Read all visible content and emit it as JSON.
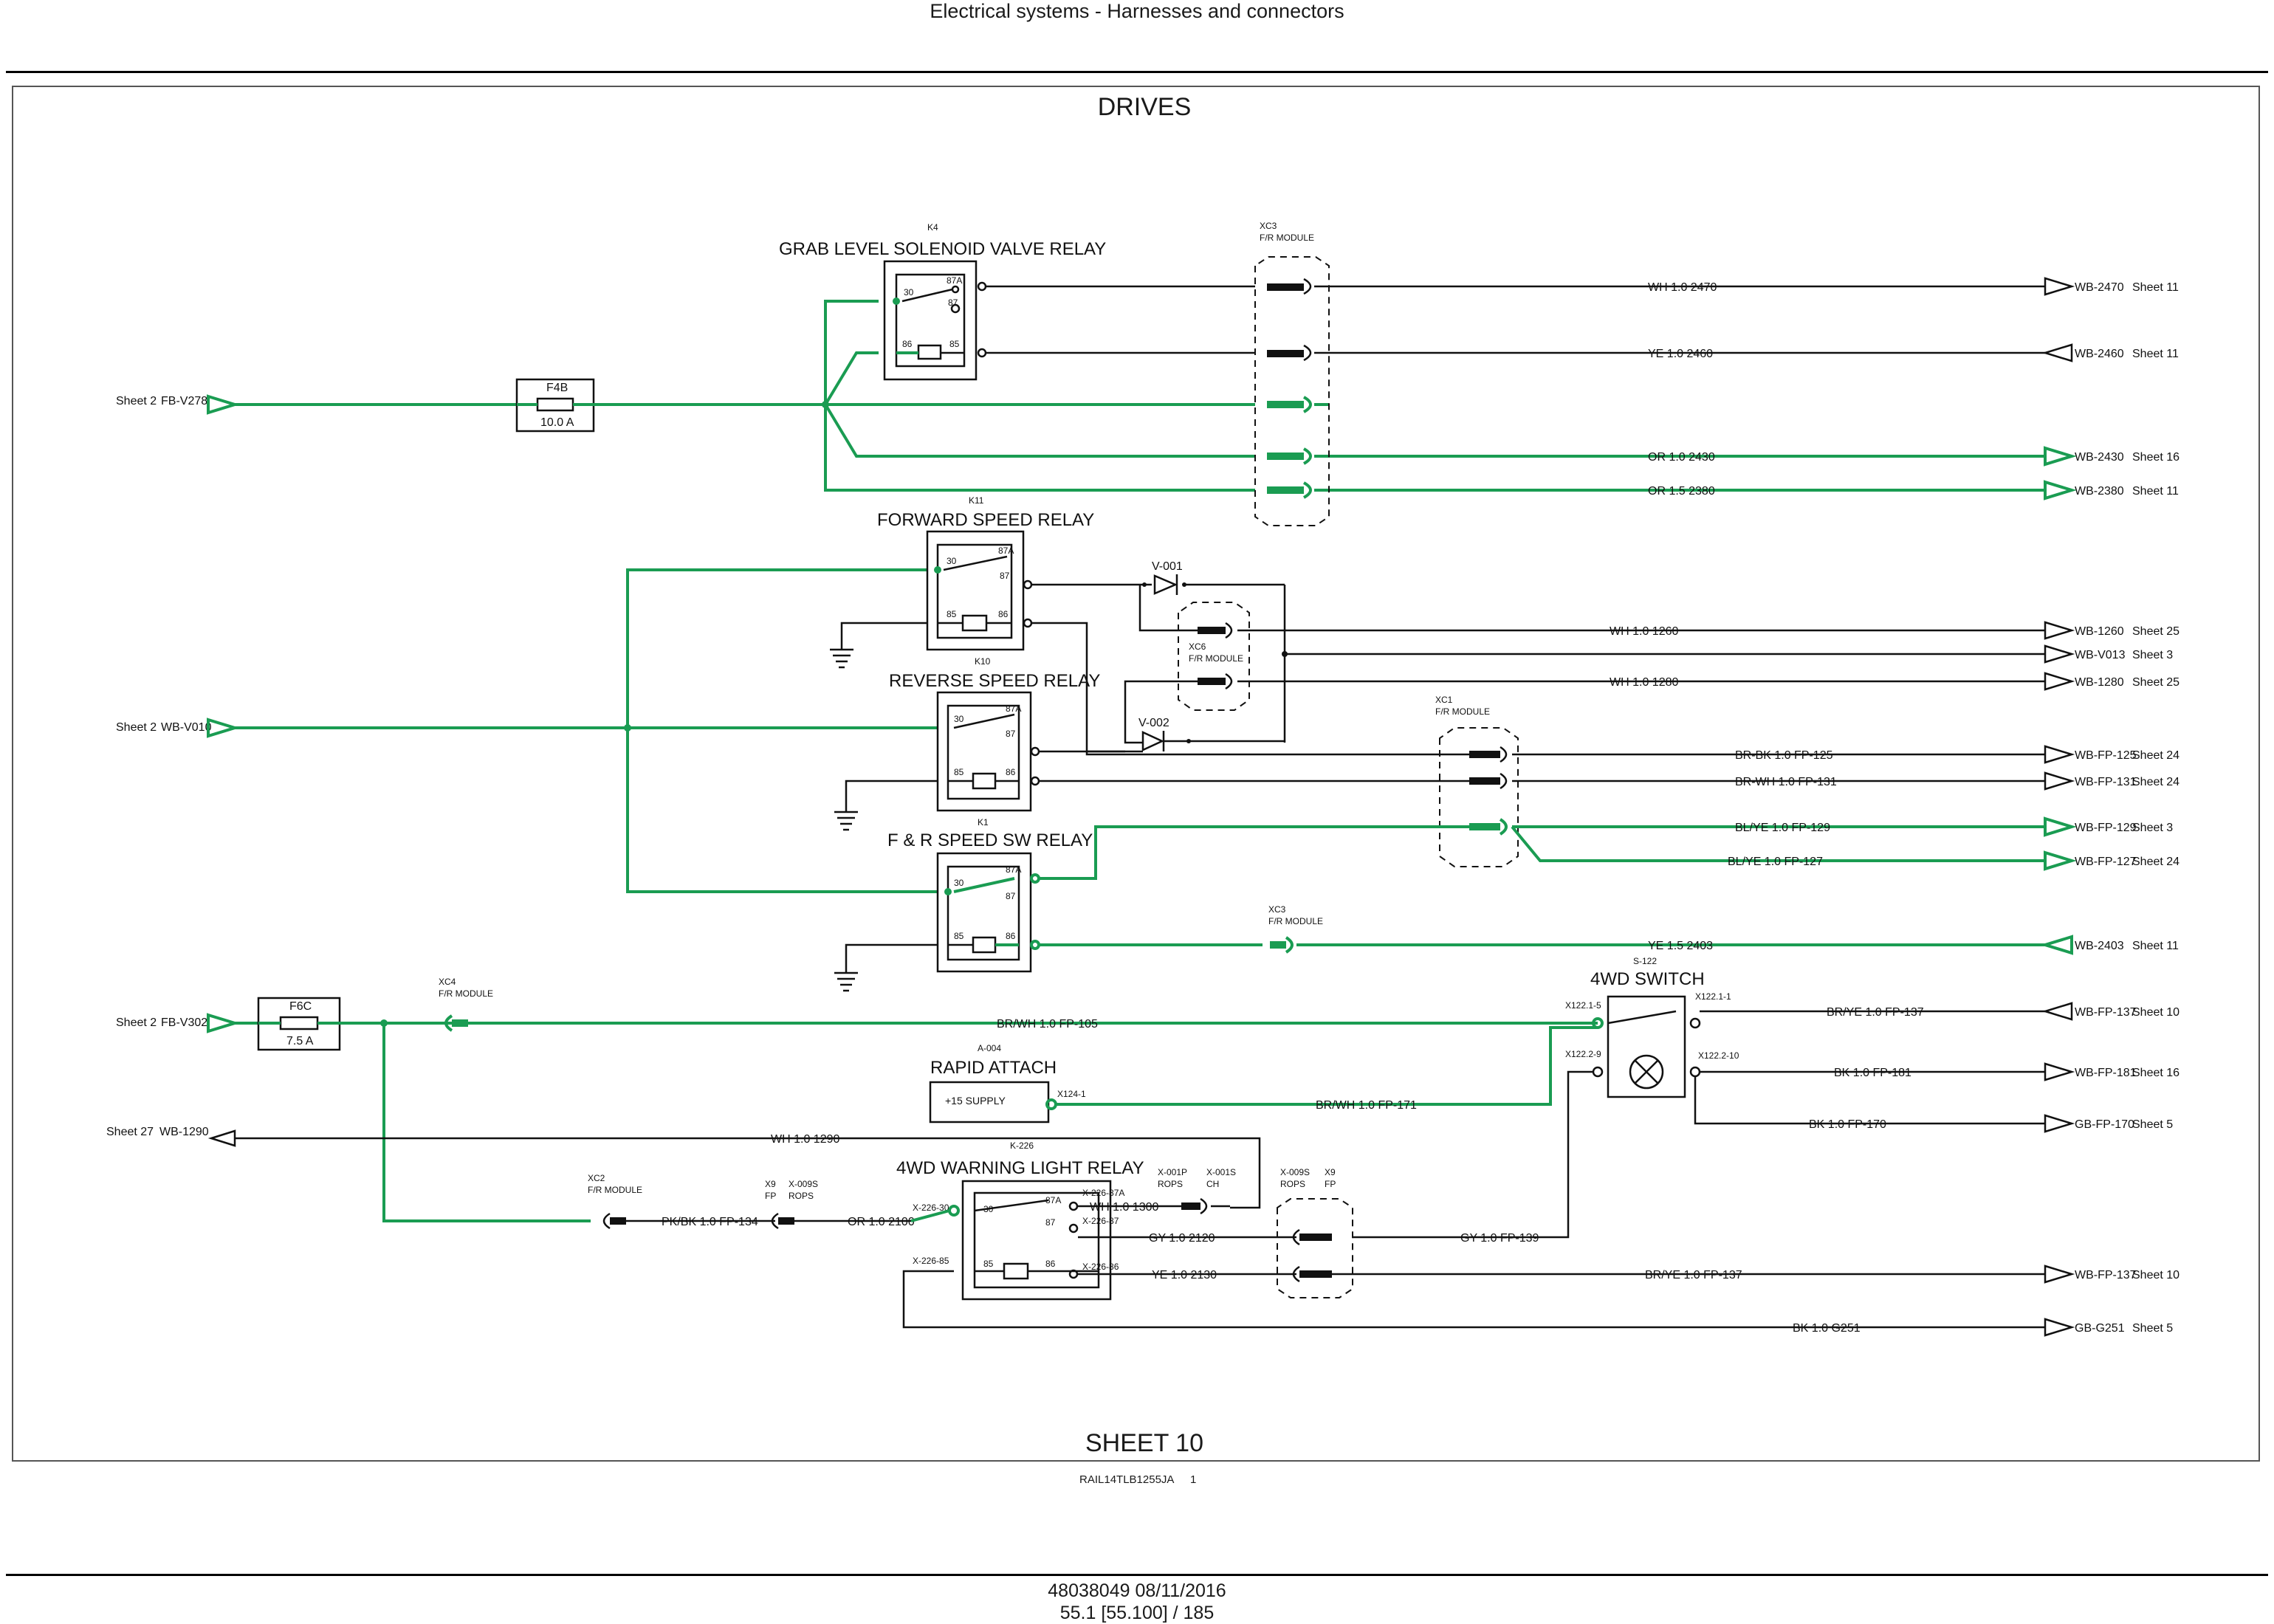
{
  "header": {
    "title": "Electrical systems - Harnesses and connectors"
  },
  "diagram": {
    "title": "DRIVES",
    "sheet_label": "SHEET 10",
    "drawing_ref": "RAIL14TLB1255JA",
    "drawing_ref_num": "1",
    "colors": {
      "power": "#1a9c52",
      "wire": "#111111"
    },
    "relays": {
      "k4": {
        "id": "K4",
        "name": "GRAB LEVEL SOLENOID VALVE RELAY"
      },
      "k11": {
        "id": "K11",
        "name": "FORWARD SPEED RELAY"
      },
      "k10": {
        "id": "K10",
        "name": "REVERSE SPEED RELAY"
      },
      "k1": {
        "id": "K1",
        "name": "F & R SPEED SW RELAY"
      },
      "k226": {
        "id": "K-226",
        "name": "4WD WARNING LIGHT RELAY"
      }
    },
    "pins": {
      "p30": "30",
      "p87": "87",
      "p87a": "87A",
      "p85": "85",
      "p86": "86"
    },
    "switch": {
      "id": "S-122",
      "name": "4WD SWITCH",
      "t1": "X122.1-5",
      "t2": "X122.1-1",
      "t3": "X122.2-9",
      "t4": "X122.2-10"
    },
    "rapid": {
      "id": "A-004",
      "name": "RAPID ATTACH",
      "supply": "+15 SUPPLY",
      "pin": "X124-1"
    },
    "fuses": {
      "f4b": {
        "id": "F4B",
        "rating": "10.0 A"
      },
      "f6c": {
        "id": "F6C",
        "rating": "7.5 A"
      }
    },
    "diodes": {
      "v001": "V-001",
      "v002": "V-002"
    },
    "modules": {
      "fr": "F/R MODULE",
      "xc3": "XC3",
      "xc6": "XC6",
      "xc1": "XC1",
      "xc4": "XC4",
      "xc2": "XC2",
      "x9": "X9",
      "fp": "FP",
      "x009s": "X-009S",
      "rops": "ROPS",
      "x001p": "X-001P",
      "x001s": "X-001S",
      "ch": "CH"
    },
    "inputs": {
      "fbv278": {
        "sheet": "Sheet 2",
        "code": "FB-V278"
      },
      "wbv010": {
        "sheet": "Sheet 2",
        "code": "WB-V010"
      },
      "fbv302": {
        "sheet": "Sheet 2",
        "code": "FB-V302"
      },
      "wb1290": {
        "sheet": "Sheet 27",
        "code": "WB-1290"
      }
    },
    "wires": {
      "w2470": "WH 1.0 2470",
      "w2460": "YE 1.0 2460",
      "w2430": "OR 1.0 2430",
      "w2380": "OR 1.5 2380",
      "w1260": "WH 1.0 1260",
      "w1280": "WH 1.0 1280",
      "wfp125": "BR-BK 1.0 FP-125",
      "wfp131": "BR-WH 1.0 FP-131",
      "wfp129": "BL/YE 1.0 FP-129",
      "wfp127": "BL/YE 1.0 FP-127",
      "w2403": "YE 1.5 2403",
      "wfp105": "BR/WH 1.0 FP-105",
      "wfp137": "BR/YE 1.0 FP-137",
      "wfp171": "BR/WH 1.0 FP-171",
      "wfp181": "BK 1.0 FP-181",
      "wfp170": "BK 1.0 FP-170",
      "w1290": "WH 1.0 1290",
      "wfp134": "PK/BK 1.0 FP-134",
      "w2100": "OR 1.0 2100",
      "w1300": "WH 1.0 1300",
      "w2120": "GY 1.0 2120",
      "wfp139": "GY 1.0 FP-139",
      "w2130": "YE 1.0 2130",
      "wfp137b": "BR/YE 1.0 FP-137",
      "wg251": "BK 1.0 G251"
    },
    "k226_pins": {
      "p30": "X-226-30",
      "p87a": "X-226-87A",
      "p87": "X-226-87",
      "p85": "X-226-85",
      "p86": "X-226-86"
    },
    "outputs": [
      {
        "code": "WB-2470",
        "sheet": "Sheet 11"
      },
      {
        "code": "WB-2460",
        "sheet": "Sheet 11"
      },
      {
        "code": "WB-2430",
        "sheet": "Sheet 16"
      },
      {
        "code": "WB-2380",
        "sheet": "Sheet 11"
      },
      {
        "code": "WB-1260",
        "sheet": "Sheet 25"
      },
      {
        "code": "WB-V013",
        "sheet": "Sheet 3"
      },
      {
        "code": "WB-1280",
        "sheet": "Sheet 25"
      },
      {
        "code": "WB-FP-125",
        "sheet": "Sheet 24"
      },
      {
        "code": "WB-FP-131",
        "sheet": "Sheet 24"
      },
      {
        "code": "WB-FP-129",
        "sheet": "Sheet 3"
      },
      {
        "code": "WB-FP-127",
        "sheet": "Sheet 24"
      },
      {
        "code": "WB-2403",
        "sheet": "Sheet 11"
      },
      {
        "code": "WB-FP-137",
        "sheet": "Sheet 10"
      },
      {
        "code": "WB-FP-181",
        "sheet": "Sheet 16"
      },
      {
        "code": "GB-FP-170",
        "sheet": "Sheet 5"
      },
      {
        "code": "WB-FP-137",
        "sheet": "Sheet 10"
      },
      {
        "code": "GB-G251",
        "sheet": "Sheet 5"
      }
    ]
  },
  "footer": {
    "doc": "48038049 08/11/2016",
    "page": "55.1 [55.100] / 185"
  }
}
